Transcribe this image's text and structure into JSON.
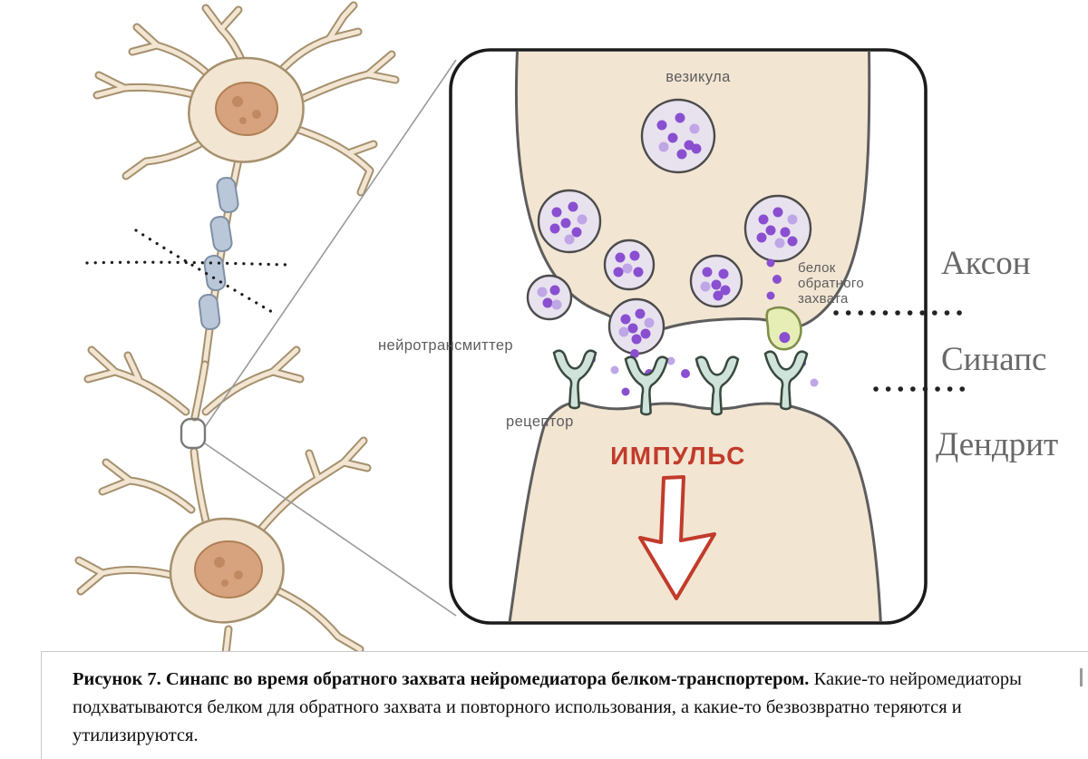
{
  "figure": {
    "inset_labels": {
      "vesicle": "везикула",
      "neurotransmitter": "нейротрансмиттер",
      "reuptake_protein_line1": "белок",
      "reuptake_protein_line2": "обратного",
      "reuptake_protein_line3": "захвата",
      "receptor": "рецептор",
      "impulse": "ИМПУЛЬС"
    },
    "side_labels": {
      "axon": "Аксон",
      "synapse": "Синапс",
      "dendrite": "Дендрит"
    }
  },
  "caption": {
    "title": "Рисунок 7. Синапс во время обратного захвата нейромедиатора белком-транспортером.",
    "body": "Какие-то нейромедиаторы подхватываются белком для обратного захвата и повторного использования, а какие-то безвозвратно теряются и утилизируются."
  },
  "colors": {
    "neuron_beige": "#f2e5d2",
    "neuron_outline": "#a5906d",
    "nucleus_brown": "#d6a37e",
    "myelin_blue": "#b9c7d8",
    "vesicle_purple": "#8a4fd0",
    "receptor_teal": "#cfe3da",
    "protein_green": "#e6eeb6",
    "impulse_red": "#c23b2b",
    "caption_border": "#c9c9c9"
  }
}
